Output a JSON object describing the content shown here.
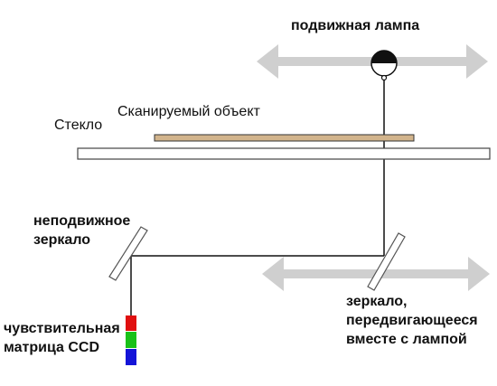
{
  "labels": {
    "lamp": "подвижная лампа",
    "scanned_object": "Сканируемый объект",
    "glass": "Стекло",
    "fixed_mirror": [
      "неподвижное",
      "зеркало"
    ],
    "moving_mirror": [
      "зеркало,",
      "передвигающееся",
      "вместе с лампой"
    ],
    "ccd": [
      "чувствительная",
      "матрица CCD"
    ]
  },
  "colors": {
    "arrow": "#cfcfcf",
    "glass_fill": "#ffffff",
    "glass_stroke": "#444444",
    "object_fill": "#d2b48c",
    "line": "#111111",
    "ccd_red": "#e01010",
    "ccd_green": "#19c119",
    "ccd_blue": "#1414d8"
  }
}
